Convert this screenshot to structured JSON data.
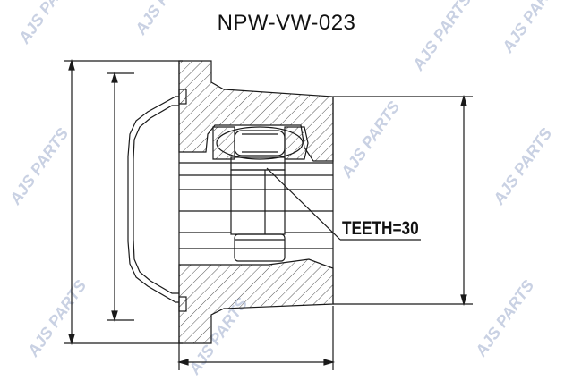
{
  "title": "NPW-VW-023",
  "annotation": {
    "teeth": "TEETH=30"
  },
  "watermark": {
    "text": "AJS PARTS",
    "color": "#c9d1e3"
  },
  "colors": {
    "line": "#1a1a1a",
    "hatch": "#555555"
  }
}
